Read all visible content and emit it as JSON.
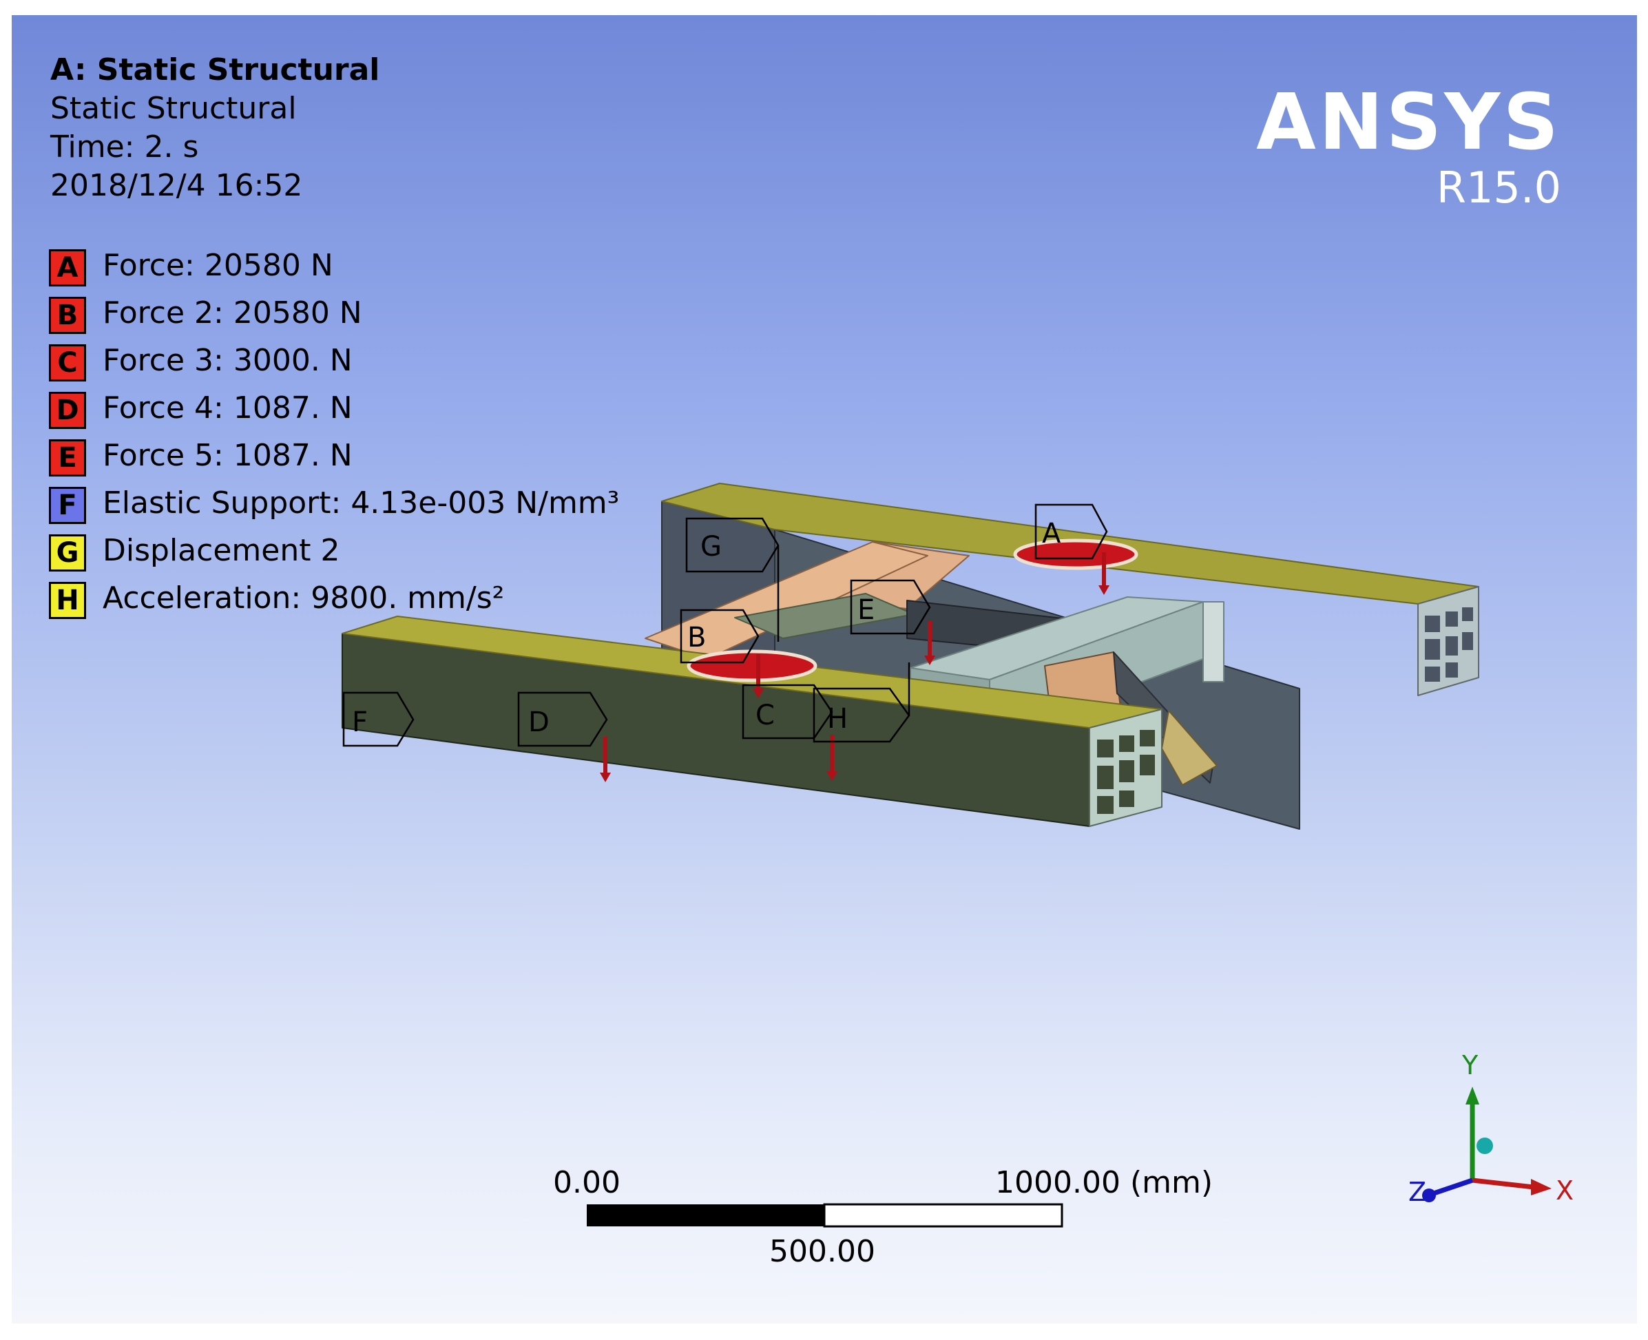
{
  "header": {
    "title": "A: Static Structural",
    "subtitle": "Static Structural",
    "time": "Time: 2. s",
    "timestamp": "2018/12/4 16:52"
  },
  "logo": {
    "name": "ANSYS",
    "version": "R15.0"
  },
  "legend": [
    {
      "letter": "A",
      "text": "Force: 20580 N",
      "color": "#e8241c"
    },
    {
      "letter": "B",
      "text": "Force 2: 20580 N",
      "color": "#e8241c"
    },
    {
      "letter": "C",
      "text": "Force 3: 3000. N",
      "color": "#e8241c"
    },
    {
      "letter": "D",
      "text": "Force 4: 1087. N",
      "color": "#e8241c"
    },
    {
      "letter": "E",
      "text": "Force 5: 1087. N",
      "color": "#e8241c"
    },
    {
      "letter": "F",
      "text": "Elastic Support: 4.13e-003 N/mm³",
      "color": "#6b74e8"
    },
    {
      "letter": "G",
      "text": "Displacement 2",
      "color": "#f2f02c"
    },
    {
      "letter": "H",
      "text": "Acceleration: 9800. mm/s²",
      "color": "#f2f02c"
    }
  ],
  "tags": {
    "A": "A",
    "B": "B",
    "C": "C",
    "D": "D",
    "E": "E",
    "F": "F",
    "G": "G",
    "H": "H"
  },
  "scale_bar": {
    "start": "0.00",
    "mid": "500.00",
    "end": "1000.00 (mm)"
  },
  "triad": {
    "x": "X",
    "y": "Y",
    "z": "Z"
  },
  "colors": {
    "background_top": "#7088d8",
    "background_bottom": "#f4f6fc",
    "rail_top": "#a8a43a",
    "rail_side": "#3c4432",
    "force": "#c8141c"
  }
}
